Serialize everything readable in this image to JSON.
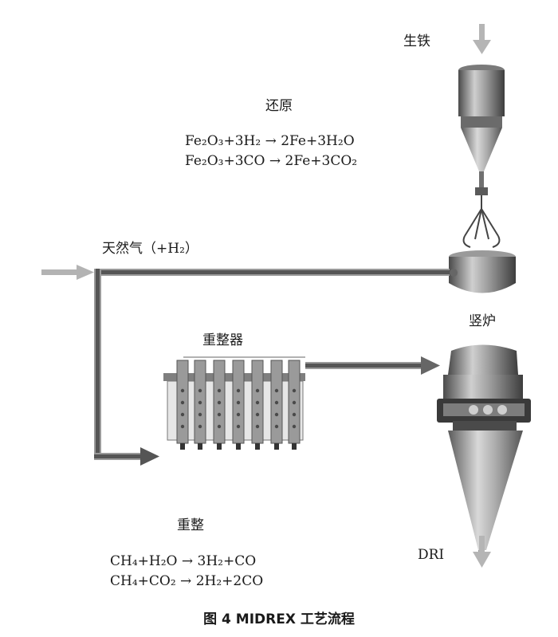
{
  "labels": {
    "pig_iron": "生铁",
    "reduction": "还原",
    "natural_gas": "天然气（+H₂）",
    "shaft_furnace": "竖炉",
    "reformer": "重整器",
    "reforming": "重整",
    "dri": "DRI"
  },
  "reduction_equations": [
    "Fe₂O₃+3H₂ → 2Fe+3H₂O",
    "Fe₂O₃+3CO → 2Fe+3CO₂"
  ],
  "reforming_equations": [
    "CH₄+H₂O → 3H₂+CO",
    "CH₄+CO₂ → 2H₂+2CO"
  ],
  "caption": "图 4   MIDREX 工艺流程",
  "colors": {
    "pipe_dark": "#555555",
    "pipe_light": "#9a9a9a",
    "metal": "#8c8c8c",
    "arrow_gray": "#b0b0b0"
  }
}
